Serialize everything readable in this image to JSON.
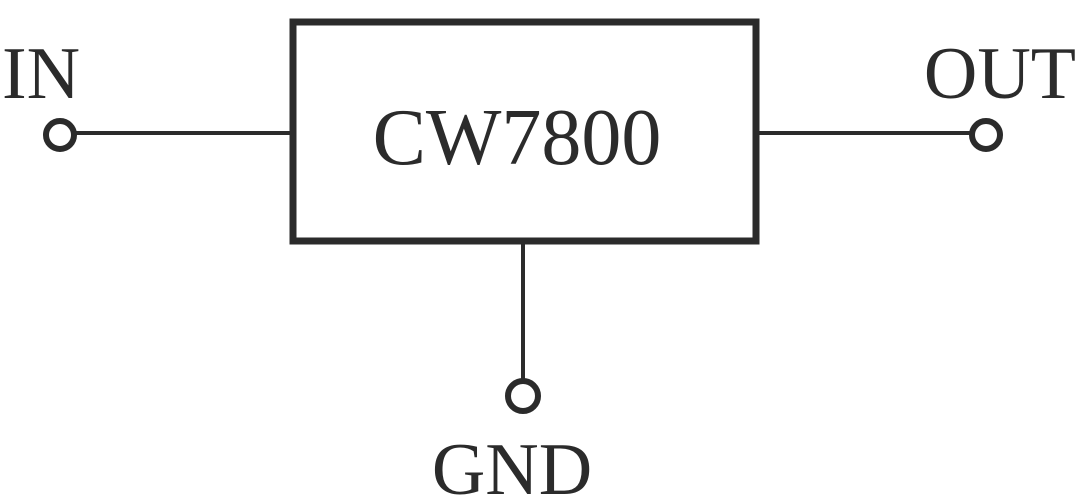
{
  "diagram": {
    "component": {
      "label": "CW7800"
    },
    "pins": {
      "input": {
        "label": "IN"
      },
      "output": {
        "label": "OUT"
      },
      "ground": {
        "label": "GND"
      }
    },
    "colors": {
      "stroke": "#2b2b2b",
      "background": "#ffffff"
    }
  }
}
